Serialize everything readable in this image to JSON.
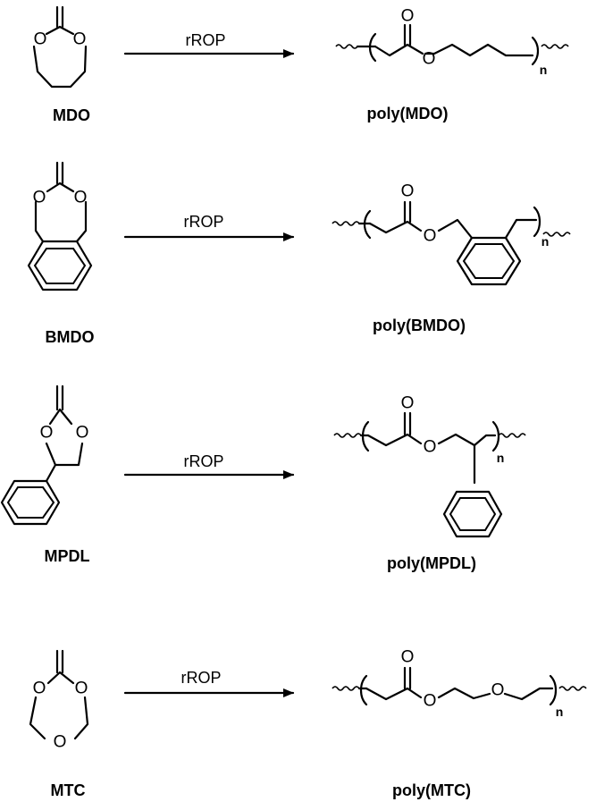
{
  "atom_labels": {
    "oxygen": "O",
    "repeat": "n"
  },
  "reactions": [
    {
      "monomer": "MDO",
      "arrow": "rROP",
      "polymer": "poly(MDO)"
    },
    {
      "monomer": "BMDO",
      "arrow": "rROP",
      "polymer": "poly(BMDO)"
    },
    {
      "monomer": "MPDL",
      "arrow": "rROP",
      "polymer": "poly(MPDL)"
    },
    {
      "monomer": "MTC",
      "arrow": "rROP",
      "polymer": "poly(MTC)"
    }
  ]
}
